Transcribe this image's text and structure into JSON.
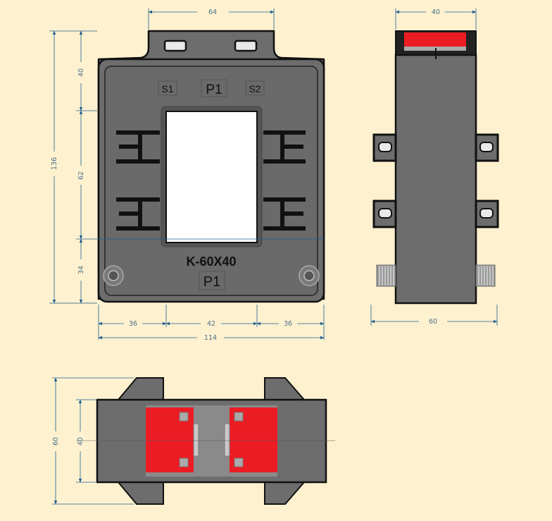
{
  "front_view": {
    "label_s1": "S1",
    "label_p1_top": "P1",
    "label_s2": "S2",
    "model": "K-60X40",
    "label_p1_bottom": "P1"
  },
  "dimensions": {
    "top_width": "64",
    "height_total": "136",
    "height_top": "40",
    "height_window": "62",
    "height_bottom": "34",
    "width_left": "36",
    "width_window": "42",
    "width_right": "36",
    "width_total": "114",
    "side_top": "40",
    "side_width": "60",
    "bottom_outer": "60",
    "bottom_inner": "40"
  },
  "colors": {
    "background": "#fdf1cf",
    "body": "#6d6d6d",
    "body_dark": "#4a4a4a",
    "window": "#ffffff",
    "terminal_red": "#ec1c24",
    "outline": "#111111",
    "dimension": "#1f5f8f"
  }
}
